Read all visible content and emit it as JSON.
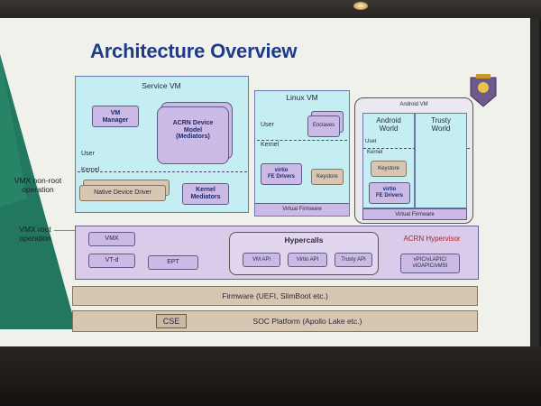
{
  "slide": {
    "title": "Architecture Overview",
    "side_labels": {
      "non_root": "VMX non-root\noperation",
      "root": "VMX root\noperation"
    }
  },
  "service_vm": {
    "title": "Service VM",
    "vm_manager": "VM\nManager",
    "device_model": "ACRN Device\nModel\n(Mediators)",
    "user": "User",
    "kernel": "Kernel",
    "native_driver": "Native Device Driver",
    "kernel_mediators": "Kernel\nMediators"
  },
  "linux_vm": {
    "title": "Linux VM",
    "user": "User",
    "enclaves": "Enclaves",
    "kernel": "Kernel",
    "virtio": "virtio\nFE Drivers",
    "keystore": "Keystore",
    "virtual_firmware": "Virtual Firmware"
  },
  "android_vm": {
    "title": "Android VM",
    "android_world": "Android\nWorld",
    "trusty_world": "Trusty\nWorld",
    "user": "User",
    "kernel": "Kernel",
    "keystore": "Keystore",
    "virtio": "virtio\nFE Drivers",
    "virtual_firmware": "Virtual Firmware"
  },
  "hypervisor": {
    "label": "ACRN Hypervisor",
    "vmx": "VMX",
    "vtd": "VT-d",
    "ept": "EPT",
    "hypercalls": "Hypercalls",
    "vm_api": "VM API",
    "virtio_api": "Virtio API",
    "trusty_api": "Trusty API",
    "vpic": "vPIC/vLAPIC/\nvIOAPIC/vMSI"
  },
  "firmware": {
    "label": "Firmware (UEFI, SlimBoot etc.)"
  },
  "soc": {
    "cse": "CSE",
    "label": "SOC Platform (Apollo Lake etc.)"
  },
  "colors": {
    "slide_bg": "#f1f1ec",
    "title": "#1f3a8a",
    "cyan": "#c4eef2",
    "lavender": "#cbb9e6",
    "tan": "#d7c6b2",
    "hypervisor_label": "#b5202a",
    "green_wedge": "#22785e"
  }
}
